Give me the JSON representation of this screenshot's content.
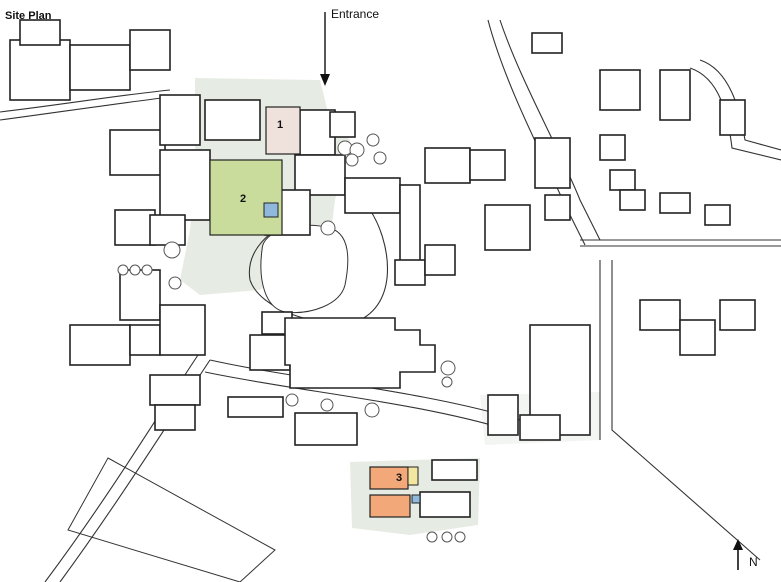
{
  "title": "Site Plan",
  "entrance_label": "Entrance",
  "north_label": "N",
  "zones": [
    {
      "label": "1",
      "color": "#efe2dc"
    },
    {
      "label": "2",
      "color": "#c9dc9c"
    },
    {
      "label": "3",
      "color": "#f2a878"
    }
  ],
  "colors": {
    "landscape": "#dfe6dc",
    "accent_blue": "#8fb8dc",
    "accent_yellow": "#f3e6a0",
    "line": "#222222"
  }
}
